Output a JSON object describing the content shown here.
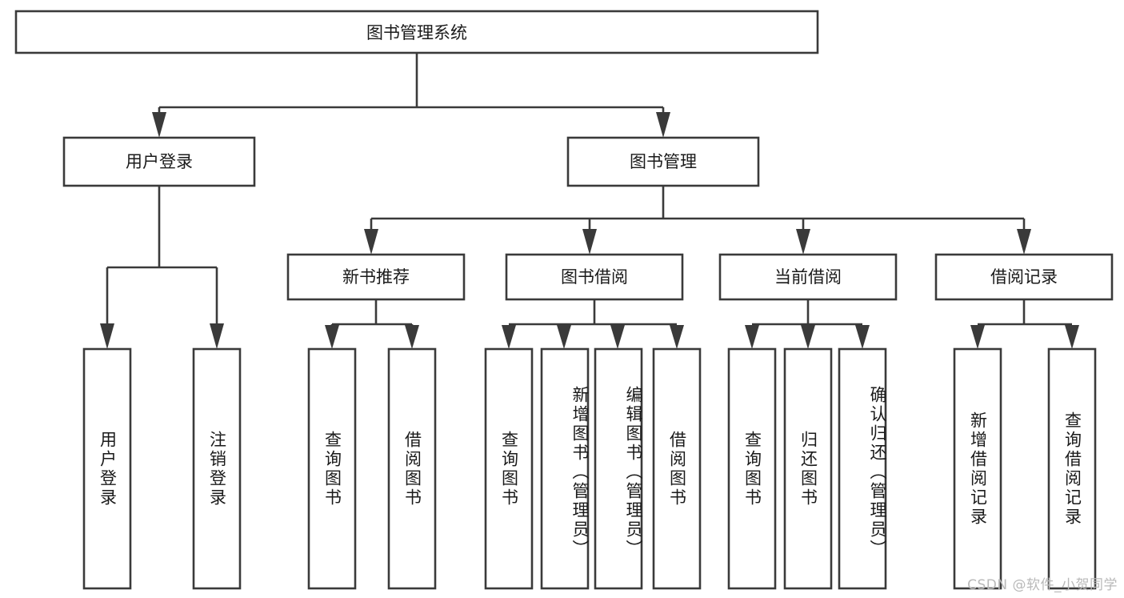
{
  "diagram": {
    "title": "图书管理系统",
    "type": "function-structure-tree",
    "colors": {
      "stroke": "#3a3a3a",
      "box_fill": "#ffffff",
      "text": "#1a1a1a",
      "background": "#ffffff",
      "watermark": "#b9b9b9"
    },
    "root": {
      "label": "图书管理系统"
    },
    "level2": [
      {
        "label": "用户登录"
      },
      {
        "label": "图书管理"
      }
    ],
    "level3": [
      {
        "label": "新书推荐"
      },
      {
        "label": "图书借阅"
      },
      {
        "label": "当前借阅"
      },
      {
        "label": "借阅记录"
      }
    ],
    "leaves": {
      "user_login": [
        {
          "label": "用户登录"
        },
        {
          "label": "注销登录"
        }
      ],
      "new_book_recommend": [
        {
          "label": "查询图书"
        },
        {
          "label": "借阅图书"
        }
      ],
      "book_borrow": [
        {
          "label": "查询图书"
        },
        {
          "label": "新增图书（管理员）"
        },
        {
          "label": "编辑图书（管理员）"
        },
        {
          "label": "借阅图书"
        }
      ],
      "current_borrow": [
        {
          "label": "查询图书"
        },
        {
          "label": "归还图书"
        },
        {
          "label": "确认归还（管理员）"
        }
      ],
      "borrow_record": [
        {
          "label": "新增借阅记录"
        },
        {
          "label": "查询借阅记录"
        }
      ]
    }
  },
  "watermark": {
    "text": "CSDN @软件_小贺同学"
  }
}
